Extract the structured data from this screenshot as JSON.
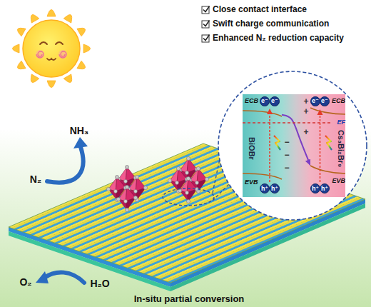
{
  "diagram": {
    "nodes": [
      {
        "text": [
          "BiOBr"
        ]
      },
      {
        "text": [
          "e⁻"
        ],
        "in": 0
      },
      {
        "text": [
          "e⁻"
        ],
        "in": 0
      },
      {
        "text": [
          "h⁺"
        ],
        "in": 0
      },
      {
        "text": [
          "h⁺"
        ],
        "in": 0
      },
      {
        "text": [
          "Cs₃Bi₂Br₉"
        ]
      },
      {
        "text": [
          "e⁻"
        ],
        "in": 5
      },
      {
        "text": [
          "e⁻"
        ],
        "in": 5
      },
      {
        "text": [
          "h⁺"
        ],
        "in": 5
      },
      {
        "text": [
          "h⁺"
        ],
        "in": 5
      }
    ],
    "edges": [
      {
        "from": 0,
        "to": 5,
        "arrow": "to"
      }
    ],
    "labels": [
      "Close contact interface",
      "Swift charge communication",
      "Enhanced N₂ reduction capacity",
      "NH₃",
      "N₂",
      "O₂",
      "H₂O",
      "In-situ partial conversion",
      "ECB",
      "EVB",
      "ECB",
      "EF",
      "EVB",
      "+",
      "+",
      "+",
      "−",
      "−",
      "−"
    ]
  }
}
